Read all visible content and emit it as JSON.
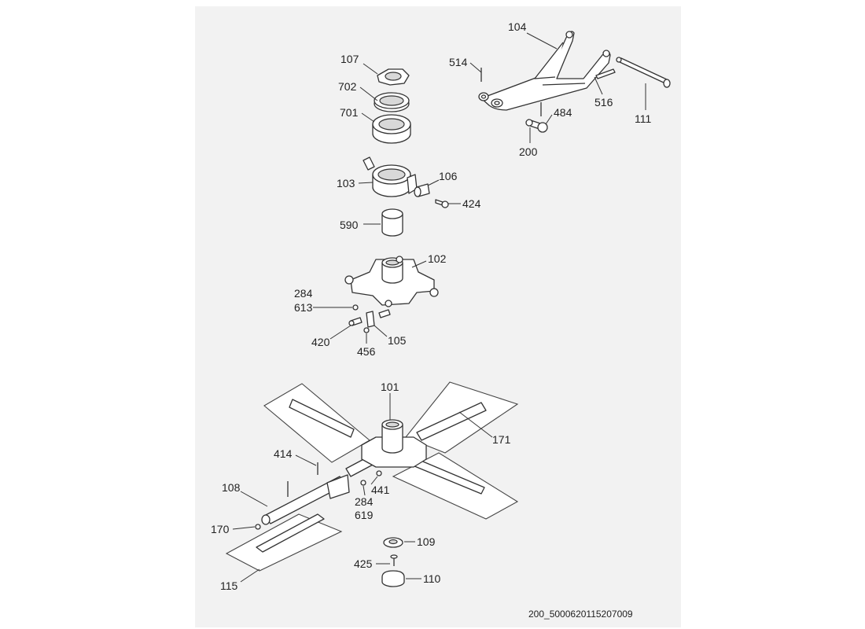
{
  "diagram": {
    "drawing_code": "200_5000620115207009",
    "callouts": {
      "c104": "104",
      "c514": "514",
      "c516": "516",
      "c111": "111",
      "c484": "484",
      "c200": "200",
      "c107": "107",
      "c702": "702",
      "c701": "701",
      "c103": "103",
      "c106": "106",
      "c424": "424",
      "c590": "590",
      "c102": "102",
      "c284a": "284",
      "c613": "613",
      "c420": "420",
      "c456": "456",
      "c105": "105",
      "c101": "101",
      "c171": "171",
      "c414": "414",
      "c108": "108",
      "c441": "441",
      "c284b": "284",
      "c619": "619",
      "c170": "170",
      "c109": "109",
      "c425": "425",
      "c110": "110",
      "c115": "115"
    }
  }
}
